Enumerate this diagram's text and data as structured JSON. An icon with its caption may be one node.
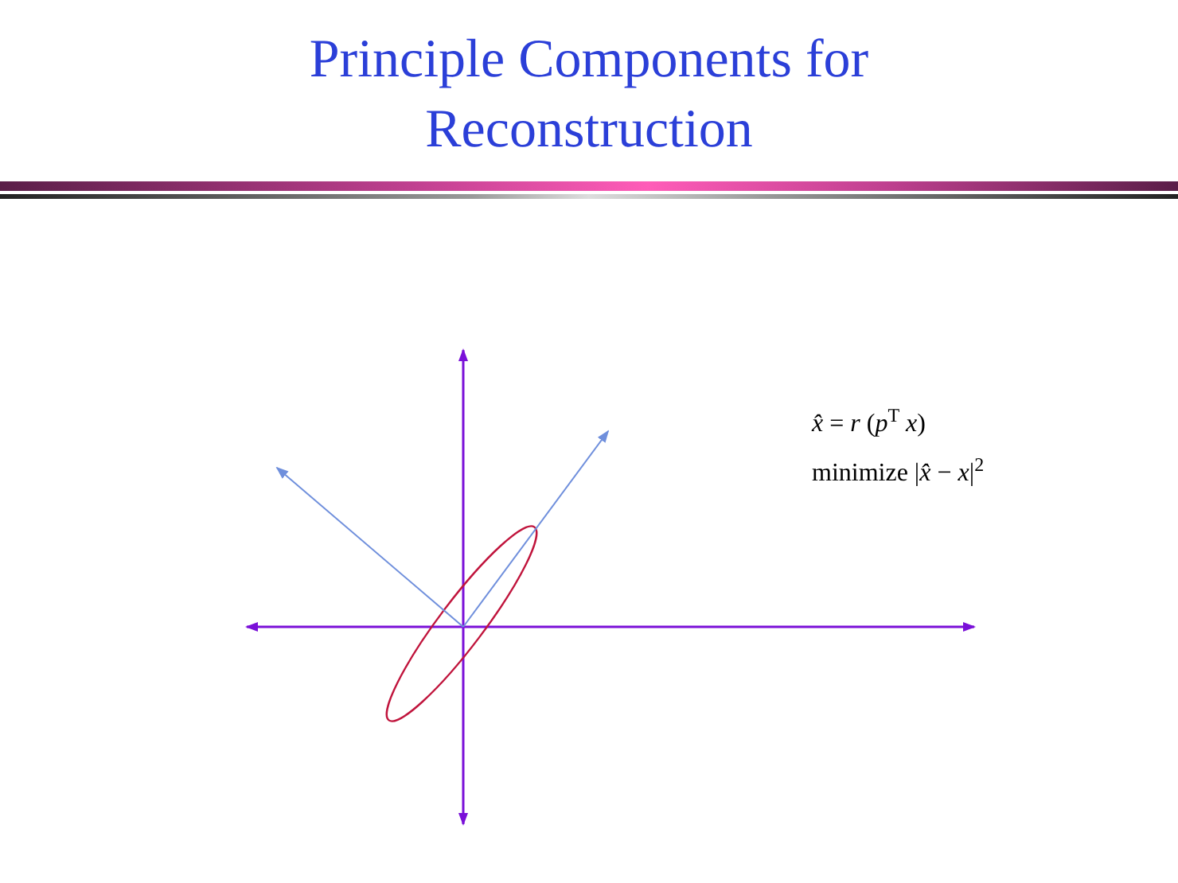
{
  "diagram": {
    "title": "Principle Components for Reconstruction",
    "labels": [
      "*x̂* = *r* (*p*$^{T}$ *x*)",
      "minimize |*x̂* − *x*|$^{2}$"
    ]
  }
}
